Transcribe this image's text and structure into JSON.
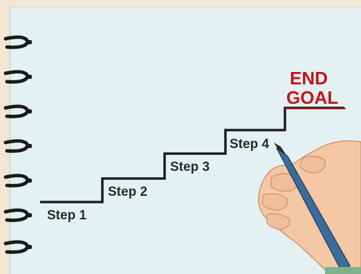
{
  "steps": [
    {
      "label": "Step 1"
    },
    {
      "label": "Step 2"
    },
    {
      "label": "Step 3"
    },
    {
      "label": "Step 4"
    }
  ],
  "goal": {
    "line1": "END",
    "line2": "GOAL"
  },
  "colors": {
    "paper": "#e3f1f2",
    "background": "#f3e6d2",
    "stair_line": "#1c1c1c",
    "goal_text": "#c4141b",
    "spiral_ring": "#1a1a1a",
    "skin": "#f4c8a4",
    "pencil": "#3d6c9a"
  }
}
